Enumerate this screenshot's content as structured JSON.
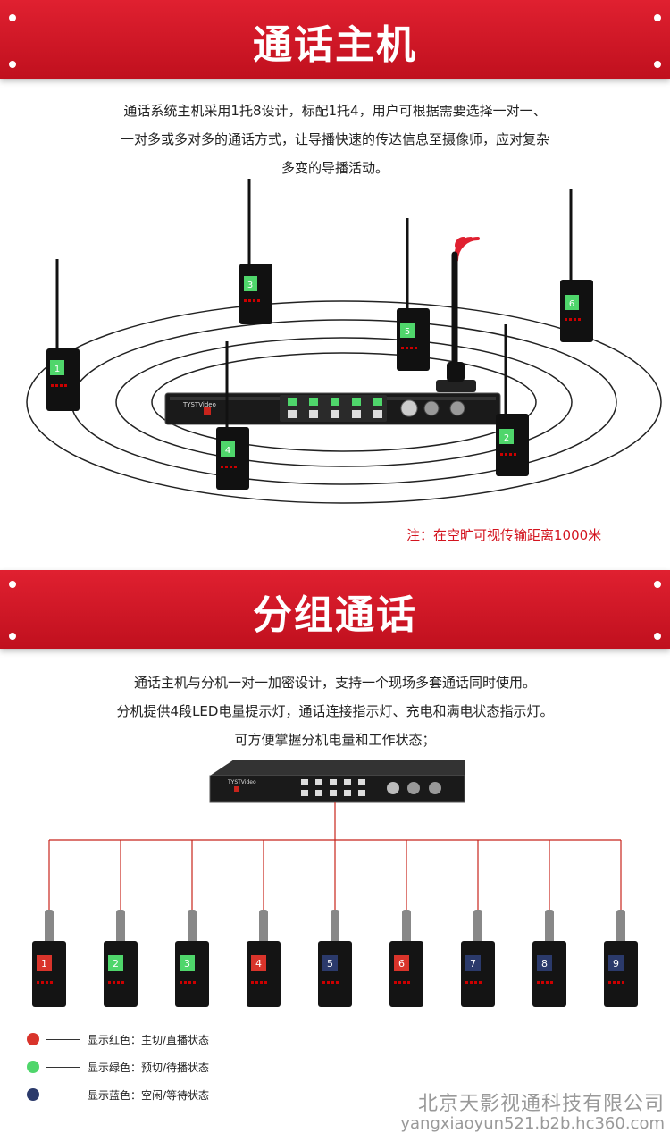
{
  "section1": {
    "title": "通话主机",
    "lines": [
      "通话系统主机采用1托8设计，标配1托4，用户可根据需要选择一对一、",
      "一对多或多对多的通话方式，让导播快速的传达信息至摄像师，应对复杂",
      "多变的导播活动。"
    ],
    "device_brand": "TYSTVideo",
    "beltpacks": [
      "1",
      "2",
      "3",
      "4",
      "5",
      "6"
    ],
    "note": "注：在空旷可视传输距离1000米"
  },
  "section2": {
    "title": "分组通话",
    "lines": [
      "通话主机与分机一对一加密设计，支持一个现场多套通话同时使用。",
      "分机提供4段LED电量提示灯，通话连接指示灯、充电和满电状态指示灯。",
      "可方便掌握分机电量和工作状态；"
    ],
    "device_brand": "TYSTVideo",
    "beltpacks": [
      {
        "label": "1",
        "color": "#d9342b"
      },
      {
        "label": "2",
        "color": "#4fd66b"
      },
      {
        "label": "3",
        "color": "#4fd66b"
      },
      {
        "label": "4",
        "color": "#d9342b"
      },
      {
        "label": "5",
        "color": "#2b3a6b"
      },
      {
        "label": "6",
        "color": "#d9342b"
      },
      {
        "label": "7",
        "color": "#2b3a6b"
      },
      {
        "label": "8",
        "color": "#2b3a6b"
      },
      {
        "label": "9",
        "color": "#2b3a6b"
      }
    ],
    "legend": [
      {
        "text": "显示红色：主切/直播状态",
        "color": "#d9342b"
      },
      {
        "text": "显示绿色：预切/待播状态",
        "color": "#4fd66b"
      },
      {
        "text": "显示蓝色：空闲/等待状态",
        "color": "#2b3a6b"
      }
    ]
  },
  "colors": {
    "banner_red": "#d3141f",
    "note_red": "#d3141f",
    "screen_green": "#4fd66b"
  },
  "watermark": {
    "company": "北京天影视通科技有限公司",
    "url": "yangxiaoyun521.b2b.hc360.com"
  }
}
